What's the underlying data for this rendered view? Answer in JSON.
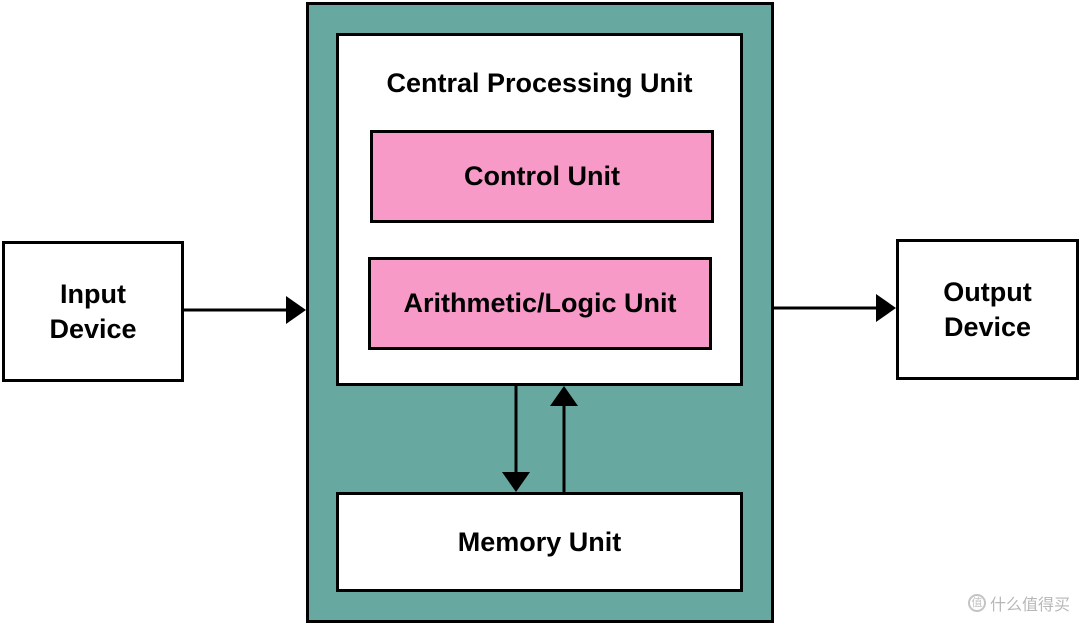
{
  "nodes": {
    "input_device": [
      "Input",
      "Device"
    ],
    "output_device": [
      "Output",
      "Device"
    ],
    "cpu_title": "Central Processing Unit",
    "control_unit": "Control Unit",
    "alu": "Arithmetic/Logic Unit",
    "memory_unit": "Memory Unit"
  },
  "colors": {
    "outer_fill": "#67a9a1",
    "unit_fill": "#f79ac8",
    "box_fill": "#ffffff",
    "stroke": "#000000"
  },
  "watermark": {
    "icon": "值",
    "text": "什么值得买"
  }
}
